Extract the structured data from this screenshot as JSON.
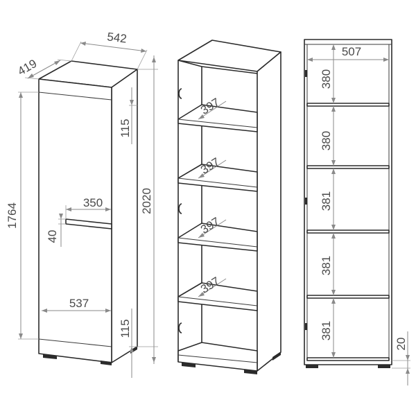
{
  "dimensions": {
    "iso_depth": "419",
    "iso_width": "542",
    "door_height": "1764",
    "top_band": "115",
    "total_height": "2020",
    "handle_width": "350",
    "handle_height": "40",
    "door_width": "537",
    "bottom_band": "115",
    "shelf_depth_1": "397",
    "shelf_depth_2": "397",
    "shelf_depth_3": "397",
    "shelf_depth_4": "397",
    "inner_width": "507",
    "compartment_1": "380",
    "compartment_2": "380",
    "compartment_3": "381",
    "compartment_4": "381",
    "compartment_5": "381",
    "plinth_height": "20"
  },
  "colors": {
    "outline": "#2b2b2b",
    "dimension_line": "#8a8a8a",
    "label": "#4a4a4a",
    "background": "#ffffff"
  }
}
